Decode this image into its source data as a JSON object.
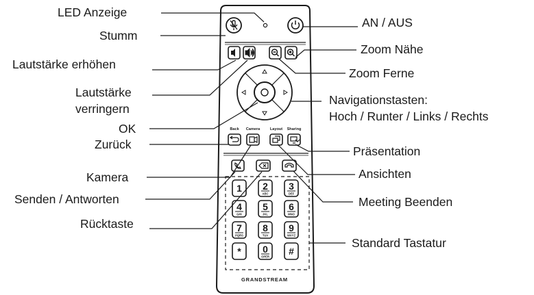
{
  "labels_left": {
    "led": "LED Anzeige",
    "mute": "Stumm",
    "vol_up": "Lautstärke erhöhen",
    "vol_down_1": "Lautstärke",
    "vol_down_2": "verringern",
    "ok": "OK",
    "back": "Zurück",
    "camera": "Kamera",
    "send": "Senden / Antworten",
    "backspace": "Rücktaste"
  },
  "labels_right": {
    "power": "AN / AUS",
    "zoom_near": "Zoom Nähe",
    "zoom_far": "Zoom Ferne",
    "nav_1": "Navigationstasten:",
    "nav_2": "Hoch / Runter / Links / Rechts",
    "presentation": "Präsentation",
    "layouts": "Ansichten",
    "end_meeting": "Meeting Beenden",
    "keypad": "Standard Tastatur"
  },
  "remote": {
    "func_labels": [
      "Back",
      "Camera",
      "Layout",
      "Sharing"
    ],
    "keys": [
      {
        "digit": "1",
        "letters": ""
      },
      {
        "digit": "2",
        "letters": "ABC"
      },
      {
        "digit": "3",
        "letters": "DEF"
      },
      {
        "digit": "4",
        "letters": "GHI"
      },
      {
        "digit": "5",
        "letters": "JKL"
      },
      {
        "digit": "6",
        "letters": "MNO"
      },
      {
        "digit": "7",
        "letters": "PQRS"
      },
      {
        "digit": "8",
        "letters": "TUV"
      },
      {
        "digit": "9",
        "letters": "WXYZ"
      },
      {
        "digit": "*",
        "letters": ""
      },
      {
        "digit": "0",
        "letters": "OPER"
      },
      {
        "digit": "#",
        "letters": ""
      }
    ],
    "brand": "GRANDSTREAM"
  },
  "colors": {
    "line": "#1a1a1a",
    "text": "#1a1a1a",
    "body_fill": "#ffffff"
  }
}
